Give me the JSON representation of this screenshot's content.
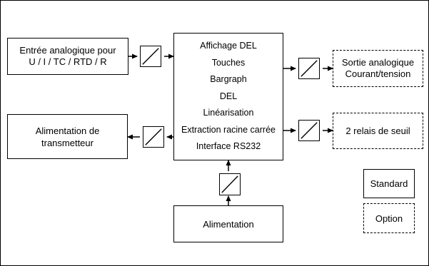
{
  "blocks": {
    "input": {
      "line1": "Entrée analogique pour",
      "line2": "U / I / TC / RTD / R"
    },
    "center": [
      "Affichage DEL",
      "Touches",
      "Bargraph",
      "DEL",
      "Linéarisation",
      "Extraction racine carrée",
      "Interface RS232"
    ],
    "output_analog": {
      "line1": "Sortie analogique",
      "line2": "Courant/tension"
    },
    "transmitter_supply": {
      "line1": "Alimentation de",
      "line2": "transmetteur"
    },
    "relays": "2 relais de seuil",
    "power": "Alimentation"
  },
  "legend": {
    "standard": "Standard",
    "option": "Option"
  }
}
